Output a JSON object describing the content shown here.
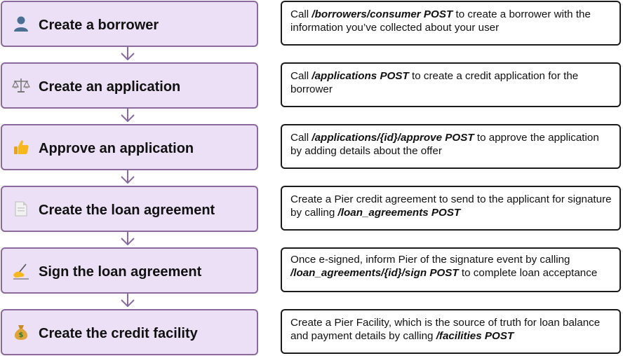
{
  "steps": [
    {
      "icon": "person-silhouette-icon",
      "title": "Create a borrower",
      "desc_before": "Call ",
      "desc_api": "/borrowers/consumer POST",
      "desc_after": " to create a borrower with the information you’ve collected about your user"
    },
    {
      "icon": "scales-icon",
      "title": "Create an application",
      "desc_before": "Call ",
      "desc_api": "/applications POST",
      "desc_after": " to create a credit application for the borrower"
    },
    {
      "icon": "thumbs-up-icon",
      "title": "Approve an application",
      "desc_before": "Call ",
      "desc_api": "/applications/{id}/approve POST",
      "desc_after": " to approve the application by adding details about the offer"
    },
    {
      "icon": "document-icon",
      "title": "Create the loan agreement",
      "desc_before": "Create a Pier credit agreement to send to the applicant for signature by calling ",
      "desc_api": "/loan_agreements POST",
      "desc_after": ""
    },
    {
      "icon": "writing-hand-icon",
      "title": "Sign the loan agreement",
      "desc_before": "Once e-signed, inform Pier of the signature event by calling ",
      "desc_api": "/loan_agreements/{id}/sign POST",
      "desc_after": " to complete loan acceptance"
    },
    {
      "icon": "money-bag-icon",
      "title": "Create the credit facility",
      "desc_before": "Create a Pier Facility, which is the source of truth for loan balance and payment details by calling ",
      "desc_api": "/facilities POST",
      "desc_after": ""
    }
  ],
  "colors": {
    "step_fill": "#ece0f6",
    "step_border": "#8a6a9c",
    "arrow": "#8a6a9c",
    "desc_border": "#1a1a1a"
  }
}
